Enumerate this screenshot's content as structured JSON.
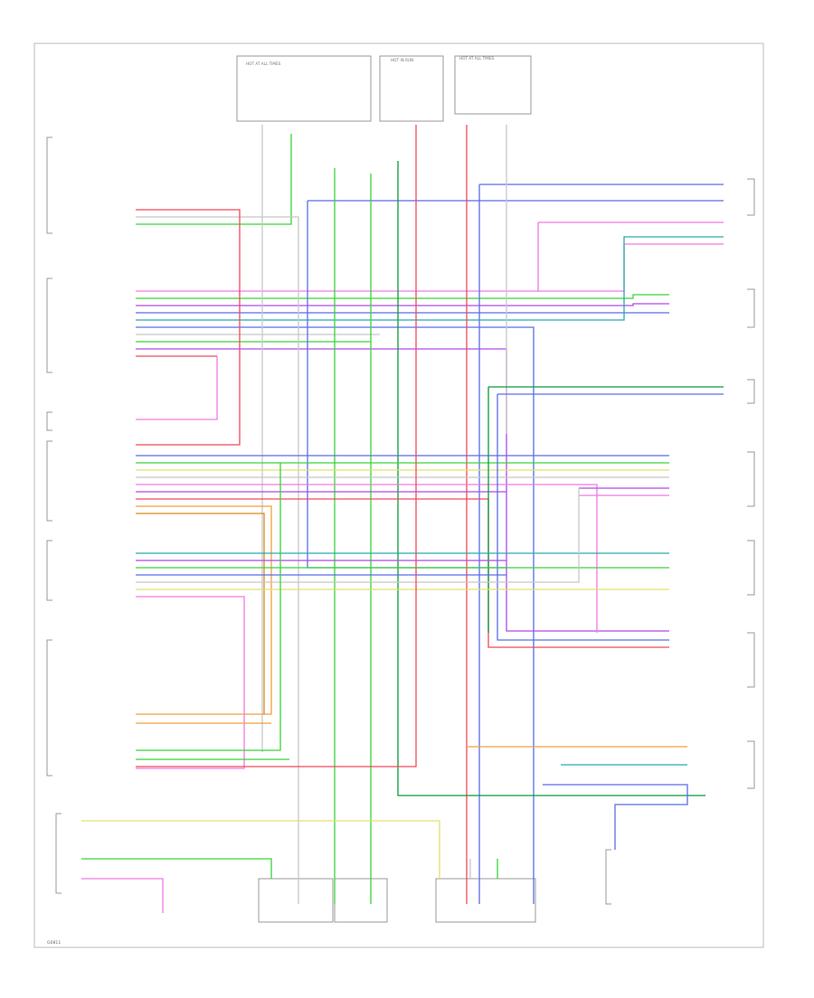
{
  "diagram": {
    "footer_code": "G0811",
    "colors": {
      "green": "#3cd23c",
      "dark_green": "#0a9a3a",
      "pink": "#f27ae0",
      "purple": "#b04ae8",
      "blue": "#5a6ee8",
      "teal": "#2aa9b0",
      "orange": "#f0a040",
      "red": "#f04a5a",
      "yellow": "#e2e070",
      "gray": "#c8c8c8",
      "dark_orange": "#d88a1a"
    },
    "top_labels": {
      "fuse_a": "HOT AT ALL TIMES",
      "fuse_b": "HOT IN RUN",
      "fuse_c": "HOT AT ALL TIMES"
    }
  }
}
